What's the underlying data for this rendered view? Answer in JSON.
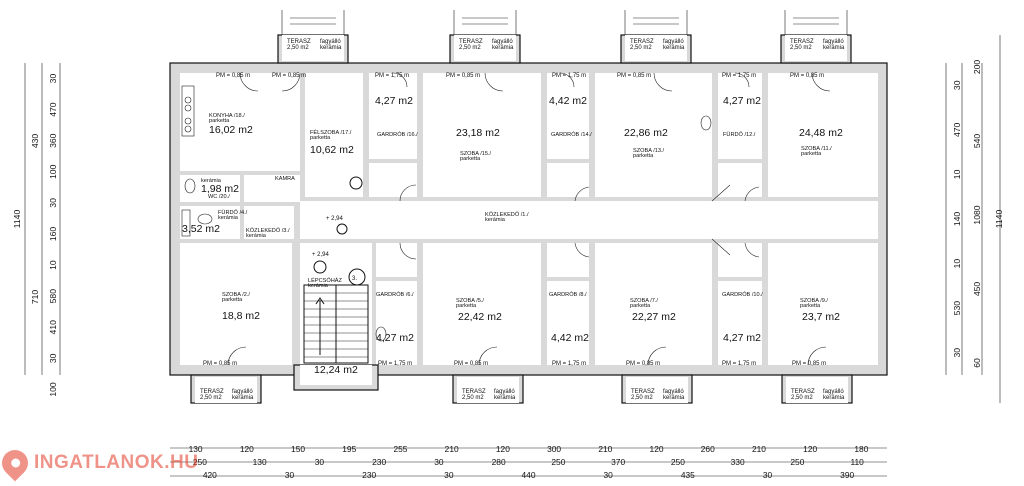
{
  "rooms": [
    {
      "name": "KONYHA /18./",
      "floor": "parketta",
      "area": "16,02 m2"
    },
    {
      "name": "FÉLSZOBA /17./",
      "floor": "parketta",
      "area": "10,62 m2"
    },
    {
      "name": "SZOBA /15./",
      "floor": "parketta",
      "area": "23,18 m2"
    },
    {
      "name": "SZOBA /13./",
      "floor": "parketta",
      "area": "22,86 m2"
    },
    {
      "name": "SZOBA /11./",
      "floor": "parketta",
      "area": "24,48 m2"
    },
    {
      "name": "SZOBA /2./",
      "floor": "parketta",
      "area": "18,8 m2"
    },
    {
      "name": "SZOBA /5./",
      "floor": "parketta",
      "area": "22,42 m2"
    },
    {
      "name": "SZOBA /7./",
      "floor": "parketta",
      "area": "22,27 m2"
    },
    {
      "name": "SZOBA /9./",
      "floor": "parketta",
      "area": "23,7 m2"
    },
    {
      "name": "LÉPCSŐHÁZ",
      "floor": "kerámia",
      "area": "12,24 m2"
    },
    {
      "name": "KÖZLEKEDŐ /1./",
      "floor": "kerámia",
      "area": ""
    },
    {
      "name": "FÜRDŐ /4./",
      "floor": "kerámia",
      "area": "3,52 m2"
    },
    {
      "name": "WC /20./",
      "floor": "kerámia",
      "area": "1,98 m2"
    },
    {
      "name": "KÖZLEKEDŐ /3./",
      "floor": "kerámia",
      "area": ""
    },
    {
      "name": "KAMRA",
      "floor": "",
      "area": ""
    },
    {
      "name": "GARDRÓB /16./",
      "floor": "",
      "area": "4,27 m2"
    },
    {
      "name": "GARDRÓB /14./",
      "floor": "",
      "area": "4,42 m2"
    },
    {
      "name": "FÜRDŐ /12./",
      "floor": "",
      "area": "4,27 m2"
    },
    {
      "name": "GARDRÓB /6./",
      "floor": "",
      "area": "4,27 m2"
    },
    {
      "name": "GARDRÓB /8./",
      "floor": "",
      "area": "4,42 m2"
    },
    {
      "name": "GARDRÓB /10./",
      "floor": "",
      "area": "4,27 m2"
    }
  ],
  "terrace": {
    "name": "TERASZ",
    "area": "2,50 m2",
    "floor1": "fagyálló",
    "floor2": "kerámia"
  },
  "pm": [
    "PM = 0,85 m",
    "PM = 1,75 m"
  ],
  "levels": [
    "+ 2,94",
    "+ 2,94"
  ],
  "stair_number": "3.",
  "top_dims": [
    "130",
    "120",
    "150",
    "195",
    "255",
    "210",
    "120",
    "300",
    "210",
    "120",
    "260",
    "210",
    "120",
    "180"
  ],
  "mid_dims": [
    "250",
    "130",
    "30",
    "230",
    "30",
    "280",
    "250",
    "370",
    "250",
    "330",
    "250",
    "110"
  ],
  "bottom_dims": [
    "420",
    "30",
    "230",
    "30",
    "440",
    "30",
    "435",
    "30",
    "390"
  ],
  "left_dims": {
    "outer": [
      "1140"
    ],
    "mid": [
      "430",
      "710"
    ],
    "inner": [
      "30",
      "470",
      "360",
      "100",
      "30",
      "160",
      "10",
      "580",
      "410",
      "30",
      "100"
    ]
  },
  "right_dims": {
    "outer": [
      "1140"
    ],
    "mid": [
      "200",
      "540",
      "1080",
      "450",
      "60"
    ],
    "inner": [
      "30",
      "470",
      "10",
      "140",
      "10",
      "530",
      "30"
    ]
  },
  "logo_text": "INGATLANOK.HU"
}
